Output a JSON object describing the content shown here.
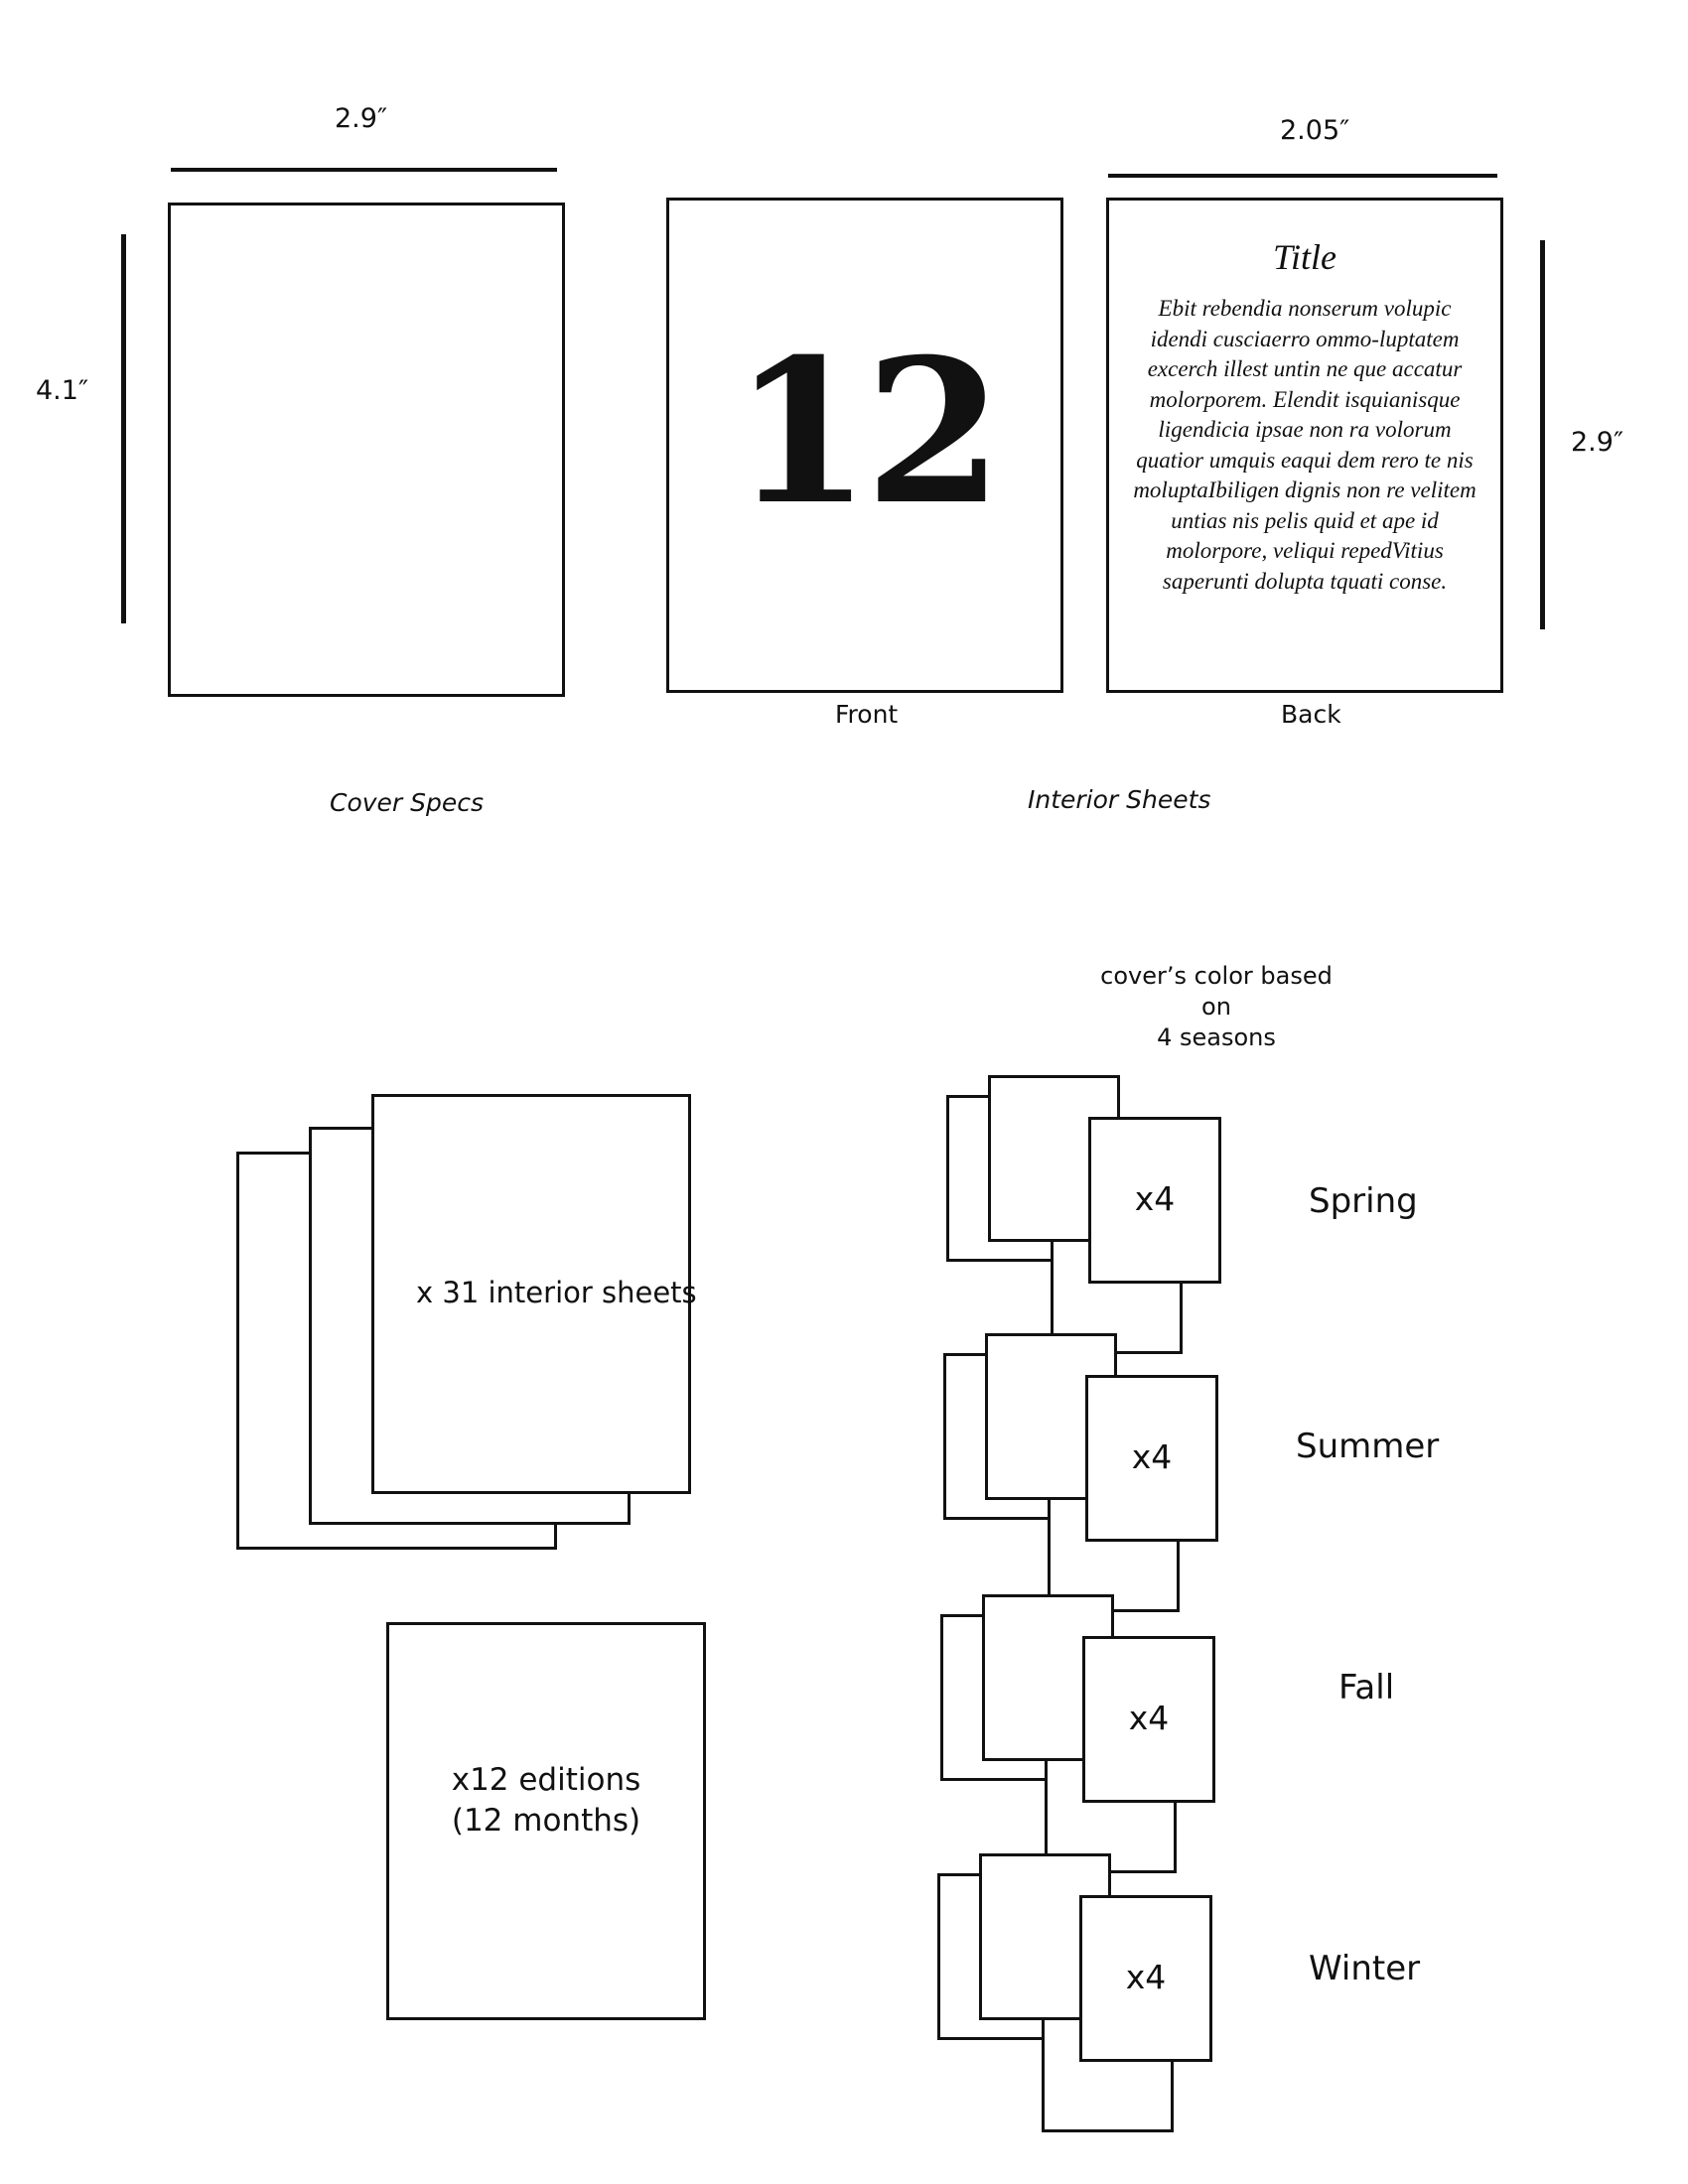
{
  "cover_specs": {
    "width_label": "2.9″",
    "height_label": "4.1″",
    "caption": "Cover Specs"
  },
  "interior_sheets": {
    "width_label": "2.05″",
    "height_label": "2.9″",
    "caption": "Interior Sheets",
    "front": {
      "label": "Front",
      "number": "12"
    },
    "back": {
      "label": "Back",
      "title": "Title",
      "body": "Ebit rebendia nonserum volupic idendi cusciaerro ommo-luptatem excerch illest untin ne que accatur molorporem. Elendit isquianisque ligendicia ipsae non ra volorum quatior umquis eaqui dem rero te nis moluptaIbiligen dignis non re velitem untias nis pelis quid et ape id molorpore, veliqui repedVitius saperunti dolupta tquati conse."
    }
  },
  "stack": {
    "label": "x 31 interior sheets"
  },
  "editions": {
    "label": "x12 editions\n(12 months)"
  },
  "seasons": {
    "note": "cover’s color based on\n4 seasons",
    "items": [
      {
        "name": "Spring",
        "count": "x4"
      },
      {
        "name": "Summer",
        "count": "x4"
      },
      {
        "name": "Fall",
        "count": "x4"
      },
      {
        "name": "Winter",
        "count": "x4"
      }
    ]
  }
}
